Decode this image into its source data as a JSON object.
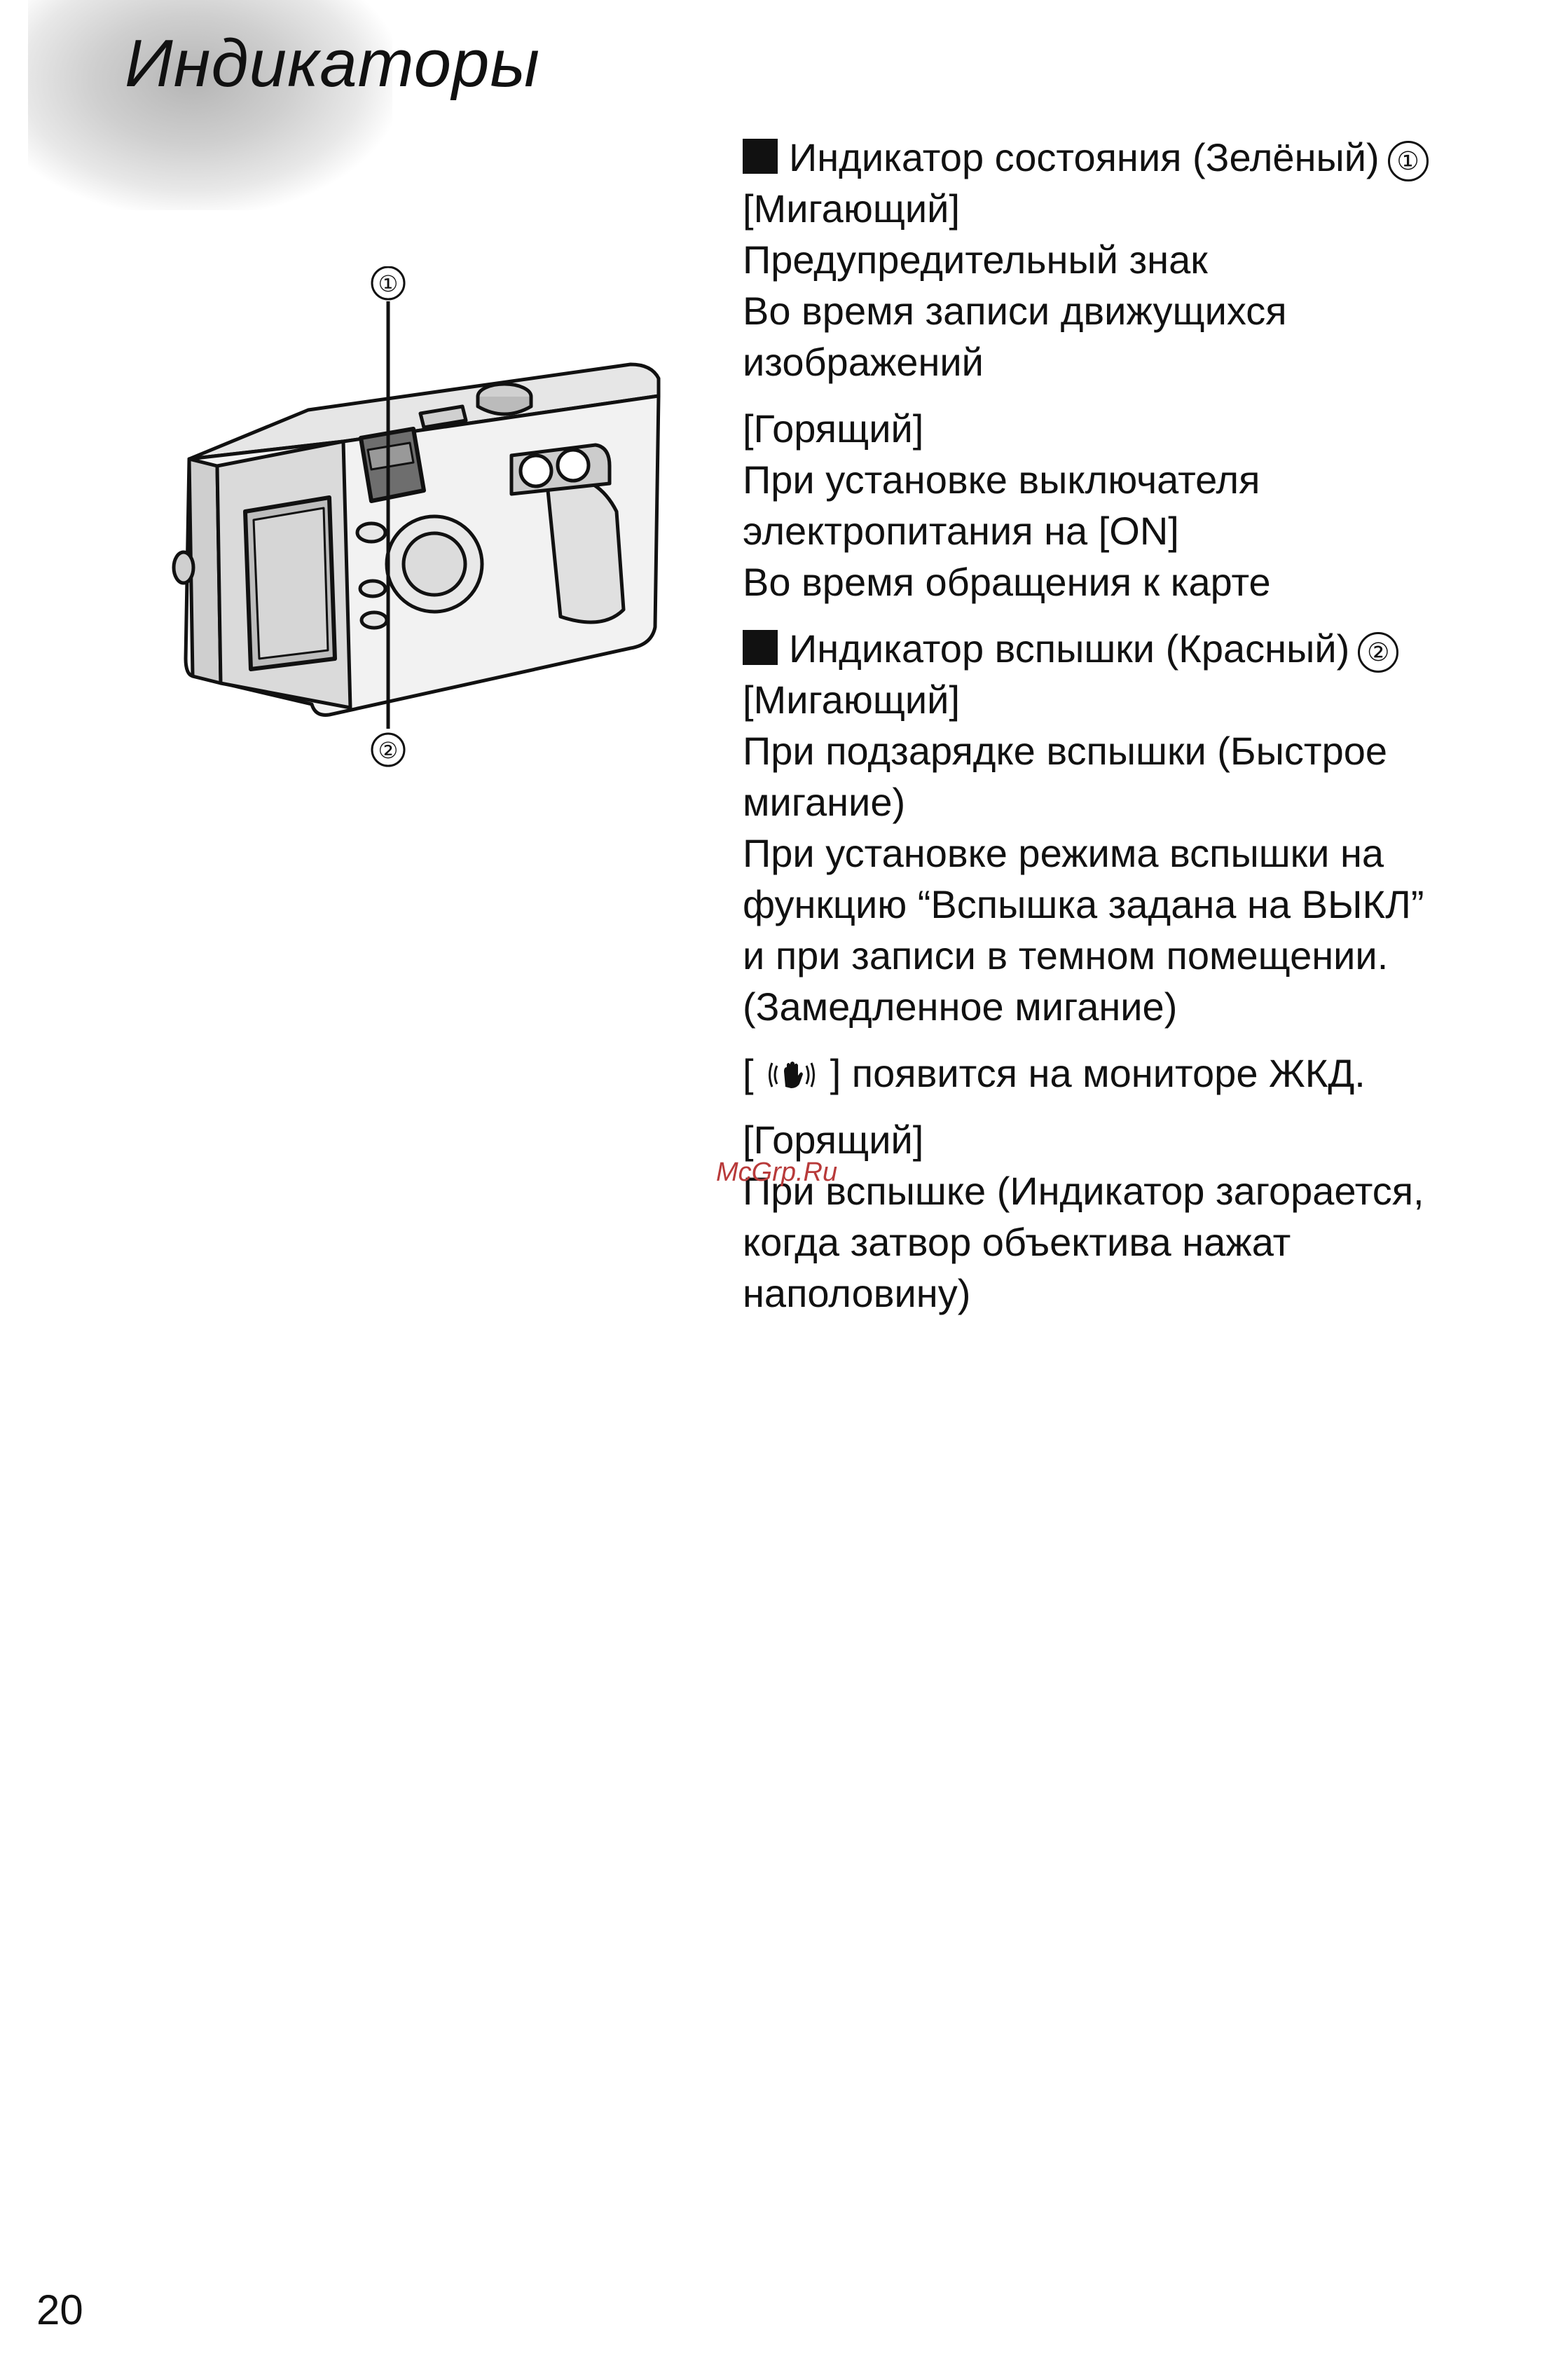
{
  "title": "Индикаторы",
  "figure": {
    "callout_1": "①",
    "callout_2": "②"
  },
  "status_indicator": {
    "heading": "Индикатор состояния (Зелёный)",
    "marker": "①",
    "blinking_label": "[Мигающий]",
    "blinking_lines": [
      "Предупредительный знак",
      "Во время записи движущихся",
      "изображений"
    ],
    "lit_label": "[Горящий]",
    "lit_lines": [
      "При установке выключателя",
      "электропитания на [ON]",
      "Во время обращения к карте"
    ]
  },
  "flash_indicator": {
    "heading": "Индикатор вспышки (Красный)",
    "marker": "②",
    "blinking_label": "[Мигающий]",
    "blinking_lines": [
      "При подзарядке вспышки (Быстрое",
      "мигание)",
      "При установке режима вспышки на",
      "функцию “Вспышка задана на ВЫКЛ”",
      "и при записи в темном помещении.",
      "(Замедленное мигание)"
    ],
    "lcd_note_open": "[",
    "lcd_note_icon": "hand-shake-icon",
    "lcd_note_close": "] появится на мониторе ЖКД.",
    "lit_label": "[Горящий]",
    "lit_lines": [
      "При вспышке (Индикатор загорается,",
      "когда затвор объектива нажат",
      "наполовину)"
    ]
  },
  "watermark": "McGrp.Ru",
  "page_number": "20"
}
